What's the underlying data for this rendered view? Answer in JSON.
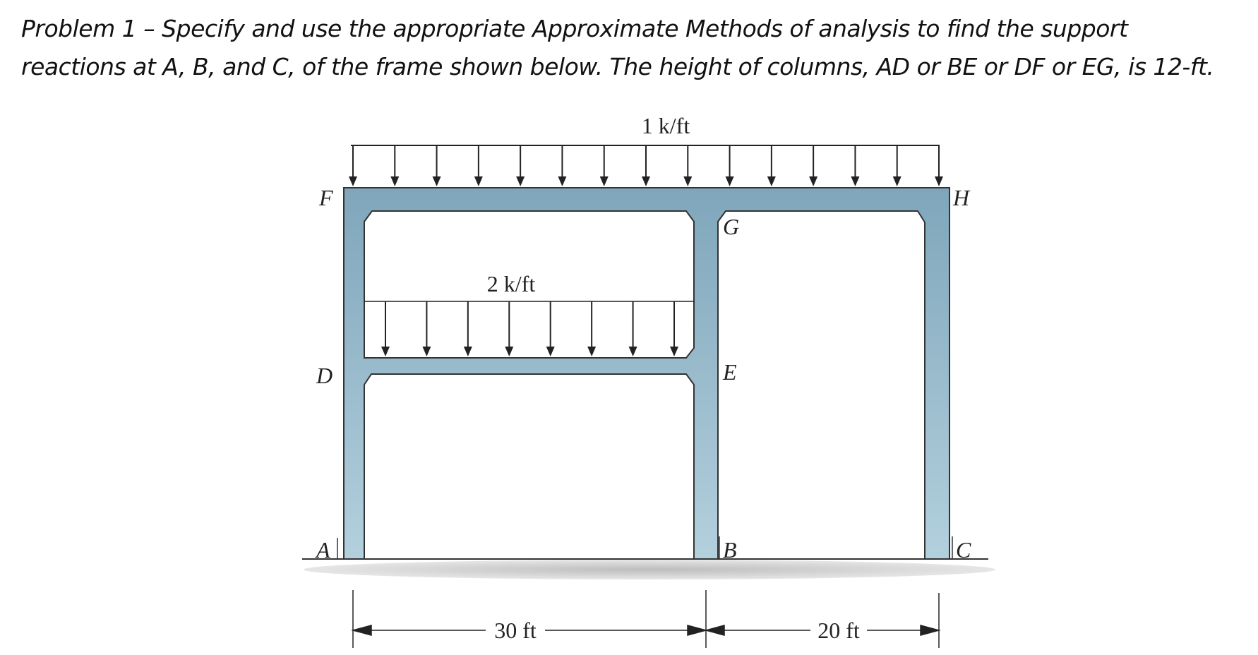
{
  "problem": {
    "line1": "Problem 1 – Specify and use the appropriate Approximate Methods of analysis to find the support",
    "line2": "reactions at A, B, and C, of the frame shown below. The height of columns, AD or BE or DF or EG, is 12-ft."
  },
  "diagram": {
    "top_load": "1 k/ft",
    "mid_load": "2 k/ft",
    "dim_left": "30 ft",
    "dim_right": "20 ft",
    "nodes": {
      "F": "F",
      "G": "G",
      "H": "H",
      "D": "D",
      "E": "E",
      "A": "A",
      "B": "B",
      "C": "C"
    },
    "colors": {
      "member": "#8fb4c8",
      "member_edge": "#333333",
      "ground": "#c8c8c8"
    }
  }
}
